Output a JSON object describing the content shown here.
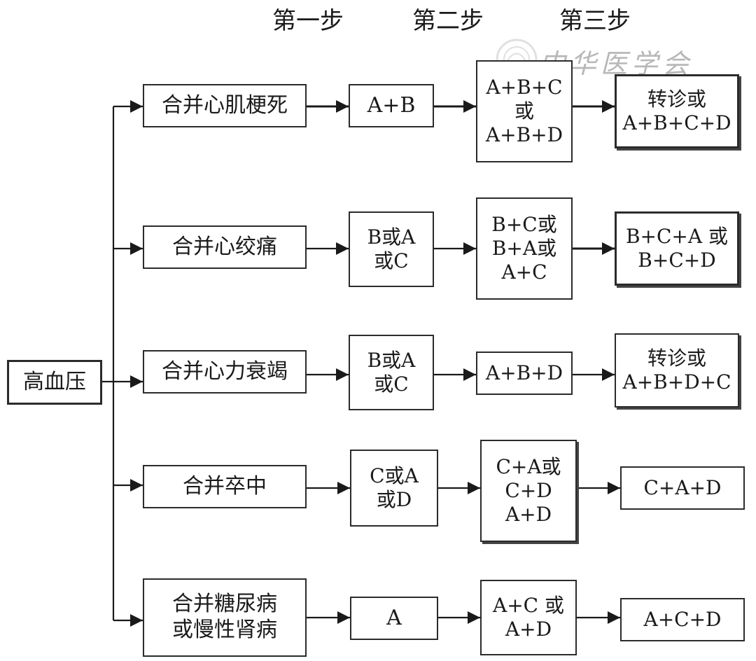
{
  "steps": {
    "step1": "第一步",
    "step2": "第二步",
    "step3": "第三步"
  },
  "root": {
    "label": "高血压"
  },
  "rows": [
    {
      "condition": "合并心肌梗死",
      "step1": "A+B",
      "step2": "A+B+C\n或\nA+B+D",
      "step3": "转诊或\nA+B+C+D"
    },
    {
      "condition": "合并心绞痛",
      "step1": "B或A\n或C",
      "step2": "B+C或\nB+A或\nA+C",
      "step3": "B+C+A 或\nB+C+D"
    },
    {
      "condition": "合并心力衰竭",
      "step1": "B或A\n或C",
      "step2": "A+B+D",
      "step3": "转诊或\nA+B+D+C"
    },
    {
      "condition": "合并卒中",
      "step1": "C或A\n或D",
      "step2": "C+A或\nC+D\nA+D",
      "step3": "C+A+D"
    },
    {
      "condition": "合并糖尿病\n或慢性肾病",
      "step1": "A",
      "step2": "A+C 或\nA+D",
      "step3": "A+C+D"
    }
  ],
  "watermark": {
    "text": "中华医学会",
    "seal_icon": "seal-icon"
  },
  "colors": {
    "line": "#1a1a1a",
    "box_border": "#2b2b2b",
    "watermark": "#b8b8b8"
  }
}
